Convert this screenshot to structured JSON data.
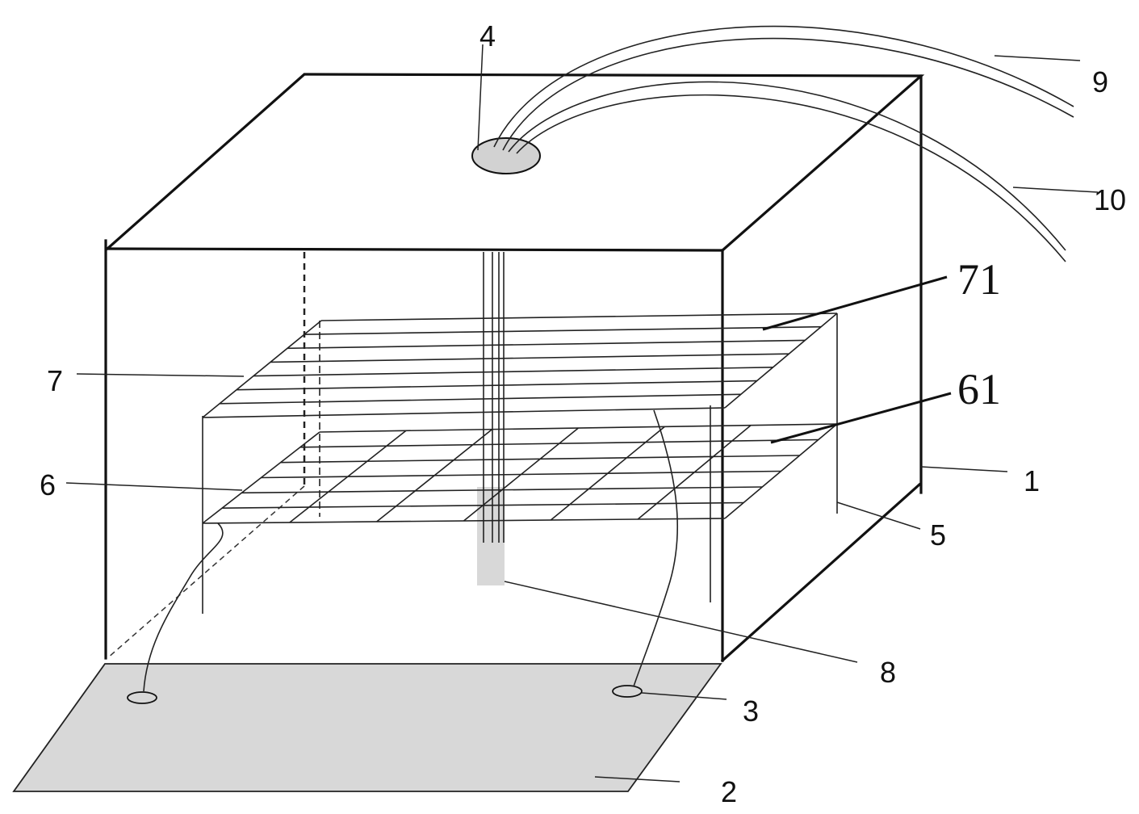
{
  "labels": {
    "box": "1",
    "base_plate": "2",
    "electrode_hole": "3",
    "top_port": "4",
    "support_rod": "5",
    "lower_frame": "6",
    "lower_grid": "61",
    "upper_frame": "7",
    "upper_grid": "71",
    "sample_tube": "8",
    "inlet_pipe": "9",
    "outlet_pipe": "10"
  },
  "colors": {
    "line": "#111111",
    "fill_gray": "#d8d8d8",
    "background": "#ffffff"
  }
}
